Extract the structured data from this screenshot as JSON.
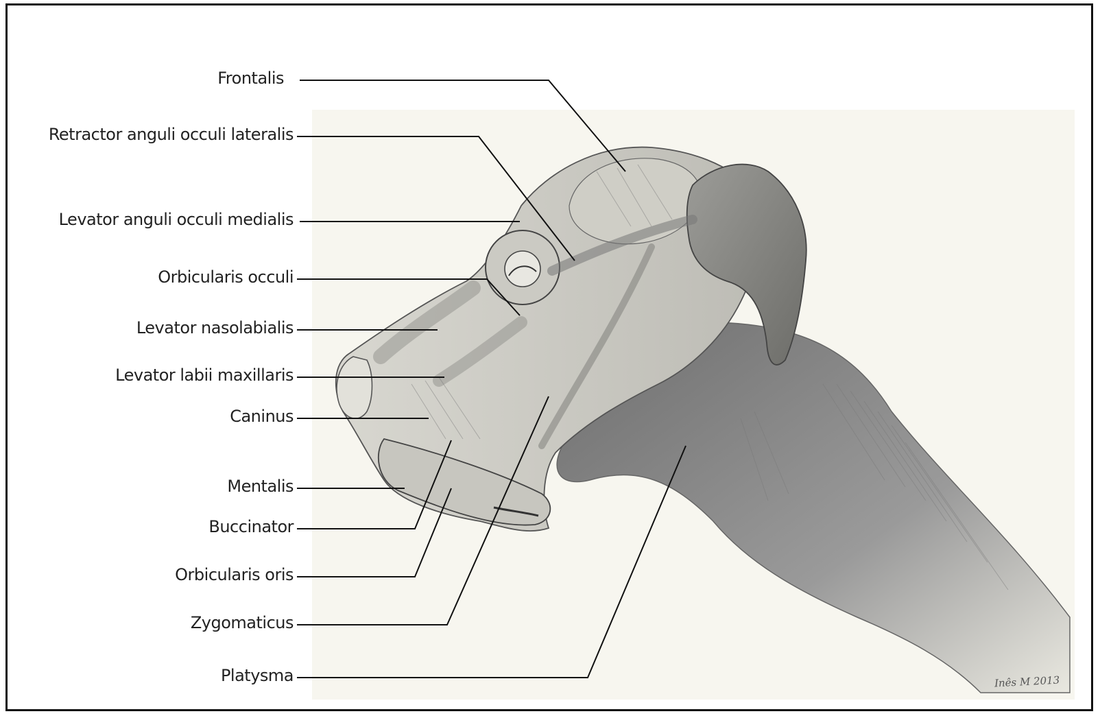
{
  "labels": {
    "frontalis": "Frontalis",
    "retractor": "Retractor anguli occuli lateralis",
    "levator_anguli": "Levator anguli occuli medialis",
    "orbicularis_occuli": "Orbicularis occuli",
    "levator_nasolabialis": "Levator nasolabialis",
    "levator_labii": "Levator labii maxillaris",
    "caninus": "Caninus",
    "mentalis": "Mentalis",
    "buccinator": "Buccinator",
    "orbicularis_oris": "Orbicularis oris",
    "zygomaticus": "Zygomaticus",
    "platysma": "Platysma"
  },
  "signature": "Inês M 2013",
  "colors": {
    "frame": "#111111",
    "paper": "#f7f6ef",
    "pencil": "#555555",
    "leader": "#111111"
  }
}
